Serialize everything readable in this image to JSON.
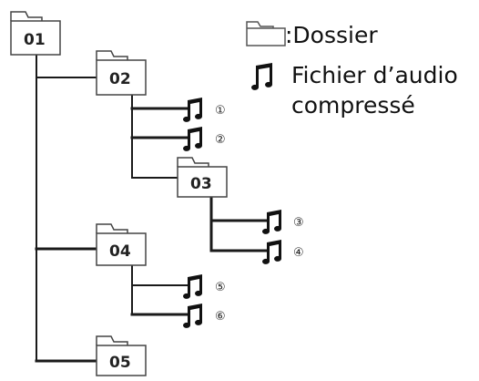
{
  "legend": {
    "folder_label": ":Dossier",
    "file_label_line1": "Fichier d’audio",
    "file_label_line2": "compressé",
    "folder_icon": "folder-icon",
    "file_icon": "music-note-icon"
  },
  "folders": [
    {
      "id": "f01",
      "label": "01"
    },
    {
      "id": "f02",
      "label": "02"
    },
    {
      "id": "f03",
      "label": "03"
    },
    {
      "id": "f04",
      "label": "04"
    },
    {
      "id": "f05",
      "label": "05"
    }
  ],
  "files": [
    {
      "id": "a1",
      "number": "①"
    },
    {
      "id": "a2",
      "number": "②"
    },
    {
      "id": "a3",
      "number": "③"
    },
    {
      "id": "a4",
      "number": "④"
    },
    {
      "id": "a5",
      "number": "⑤"
    },
    {
      "id": "a6",
      "number": "⑥"
    }
  ],
  "colors": {
    "line": "#1a1a1a",
    "folder_stroke": "#444444",
    "folder_fill": "#ffffff",
    "text": "#111111"
  }
}
